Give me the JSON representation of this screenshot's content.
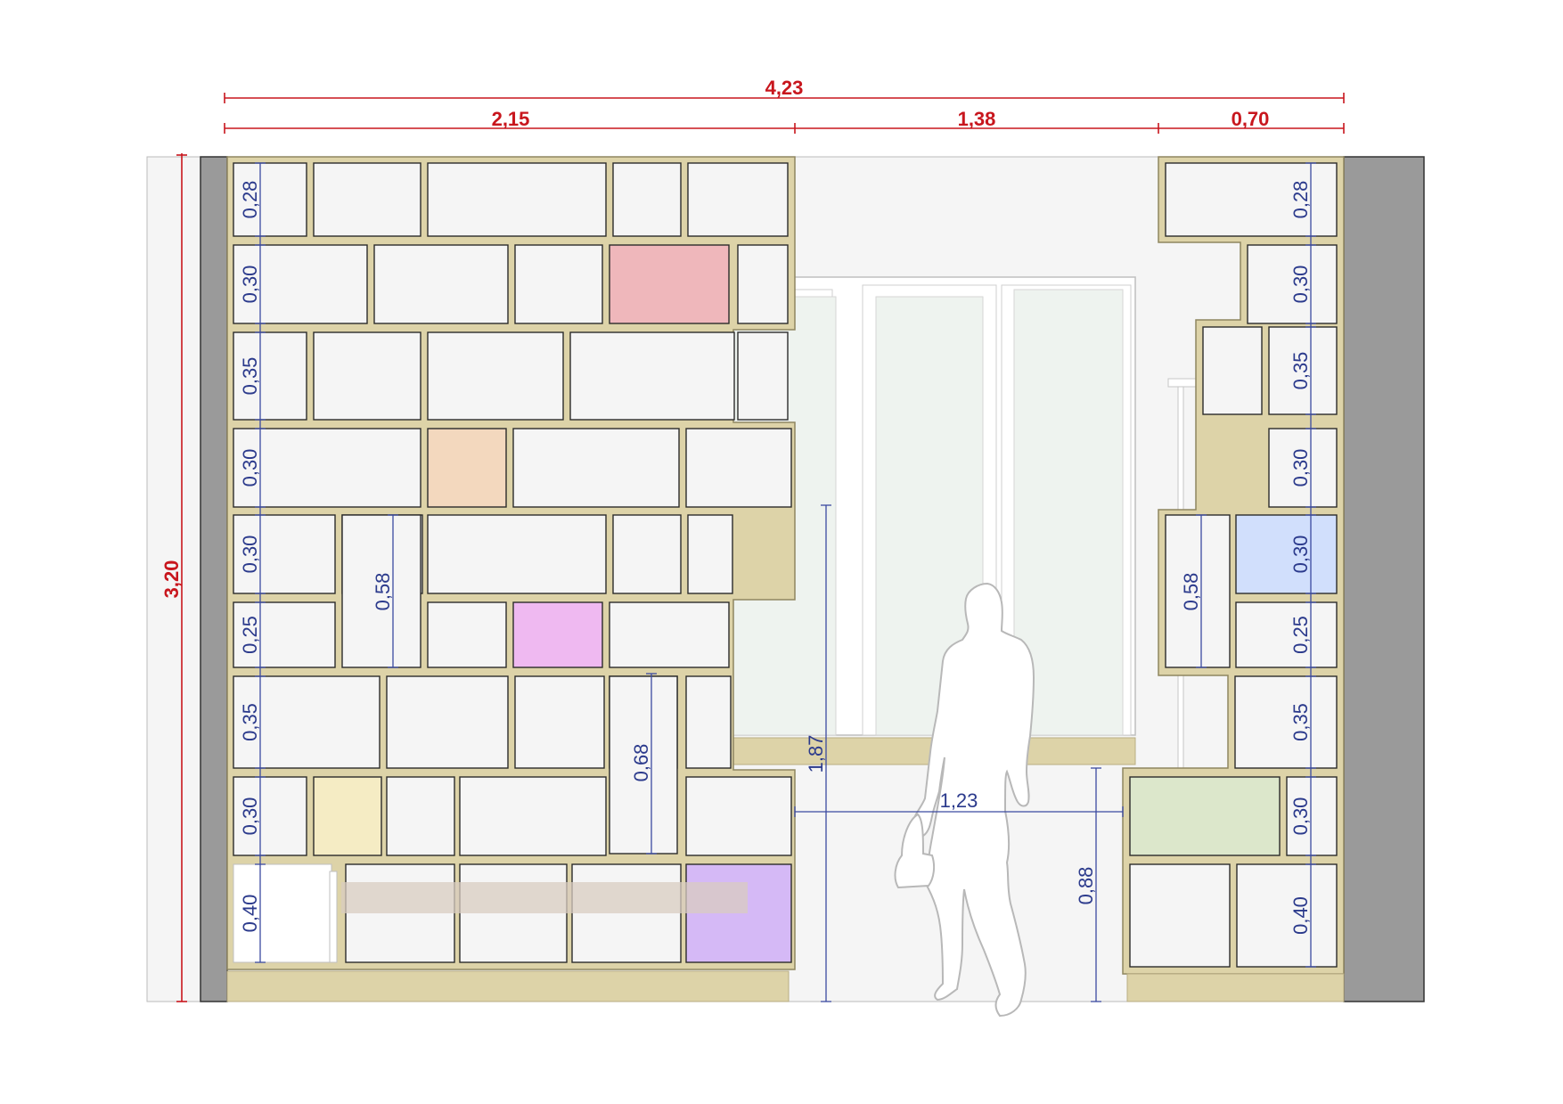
{
  "drawing": {
    "title": "",
    "colors": {
      "wood": "#ddd3a8",
      "wall": "#9a9a9a",
      "box": "#f5f5f5",
      "glass": "#eef3ef",
      "dimension_red": "#c8161d",
      "dimension_blue": "#2b3a8c",
      "red_box": "#efb7bb",
      "orange_box": "#f3d8be",
      "pink_box": "#efb9f1",
      "yellow_box": "#f5ecc4",
      "purple_box": "#d5b9f6",
      "blue_box": "#d1dffc",
      "green_box": "#dce7cb"
    },
    "overall_width": "4,23",
    "left_section_width": "2,15",
    "middle_opening_width": "1,38",
    "right_section_width": "0,70",
    "overall_height": "3,20",
    "left_shelf_heights": [
      "0,28",
      "0,30",
      "0,35",
      "0,30",
      "0,30",
      "0,25",
      "0,35",
      "0,30",
      "0,40"
    ],
    "right_shelf_heights": [
      "0,28",
      "0,30",
      "0,35",
      "0,30",
      "0,30",
      "0,25",
      "0,35",
      "0,30",
      "0,40"
    ],
    "left_tall_box_height": "0,58",
    "right_tall_box_height": "0,58",
    "center_tall_box_height": "0,68",
    "opening_height": "1,87",
    "opening_width": "1,23",
    "right_base_height": "0,88",
    "figure": "woman-silhouette"
  }
}
